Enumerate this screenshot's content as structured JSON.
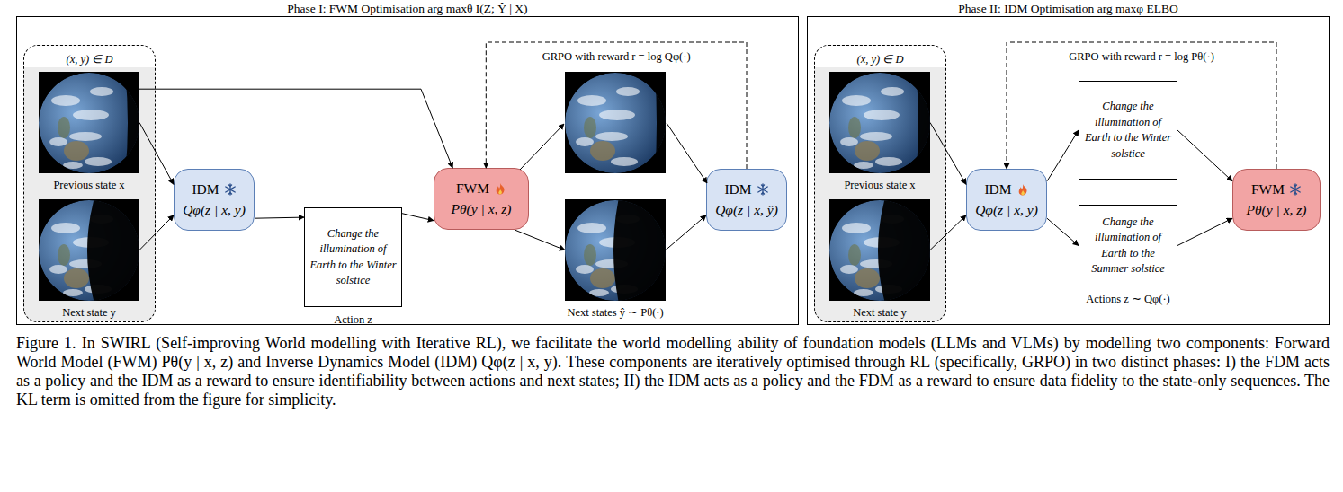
{
  "diagram": {
    "caption": "Figure 1. In SWIRL (Self-improving World modelling with Iterative RL), we facilitate the world modelling ability of foundation models (LLMs and VLMs) by modelling two components: Forward World Model (FWM) Pθ(y | x, z) and Inverse Dynamics Model (IDM) Qφ(z | x, y). These components are iteratively optimised through RL (specifically, GRPO) in two distinct phases: I) the FDM acts as a policy and the IDM as a reward to ensure identifiability between actions and next states; II) the IDM acts as a policy and the FDM as a reward to ensure data fidelity to the state-only sequences. The KL term is omitted from the figure for simplicity.",
    "nodes": [
      {
        "text": [
          "Phase I: FWM Optimisation arg maxθ I(Z; Ŷ | X)"
        ]
      },
      {
        "text": [
          "(x, y) ∈ D"
        ],
        "in": 0
      },
      {
        "text": [
          "Previous state x"
        ],
        "in": 1
      },
      {
        "text": [
          "Next state y"
        ],
        "in": 1
      },
      {
        "text": [
          "IDM",
          "Qφ(z | x, y)"
        ],
        "in": 0
      },
      {
        "text": [
          "Change the illumination of Earth to the Winter solstice",
          "Action z"
        ],
        "in": 0
      },
      {
        "text": [
          "FWM",
          "Pθ(y | x, z)"
        ],
        "in": 0
      },
      {
        "text": [
          "Next states ŷ ∼ Pθ(·)"
        ],
        "in": 0
      },
      {
        "text": [
          "IDM",
          "Qφ(z | x, ŷ)"
        ],
        "in": 0
      },
      {
        "text": [
          "Phase II: IDM Optimisation arg maxφ ELBO"
        ]
      },
      {
        "text": [
          "(x, y) ∈ D"
        ],
        "in": 9
      },
      {
        "text": [
          "Previous state x"
        ],
        "in": 10
      },
      {
        "text": [
          "Next state y"
        ],
        "in": 10
      },
      {
        "text": [
          "IDM",
          "Qφ(z | x, y)"
        ],
        "in": 9
      },
      {
        "text": [
          "Change the illumination of Earth to the Winter solstice"
        ],
        "in": 9
      },
      {
        "text": [
          "Change the illumination of Earth to the Summer solstice",
          "Actions z ∼ Qφ(·)"
        ],
        "in": 9
      },
      {
        "text": [
          "FWM",
          "Pθ(y | x, z)"
        ],
        "in": 9
      }
    ],
    "edges": [
      {
        "from": 2,
        "to": 4,
        "arrow": "to"
      },
      {
        "from": 3,
        "to": 4,
        "arrow": "to"
      },
      {
        "from": 2,
        "to": 6,
        "arrow": "to"
      },
      {
        "from": 4,
        "to": 5,
        "arrow": "to"
      },
      {
        "from": 5,
        "to": 6,
        "arrow": "to"
      },
      {
        "from": 6,
        "to": 7,
        "arrow": "to"
      },
      {
        "from": 7,
        "to": 8,
        "arrow": "to"
      },
      {
        "from": 8,
        "to": 6,
        "arrow": "to",
        "label": "GRPO with reward r = log Qφ(·)"
      },
      {
        "from": 11,
        "to": 13,
        "arrow": "to"
      },
      {
        "from": 12,
        "to": 13,
        "arrow": "to"
      },
      {
        "from": 13,
        "to": 14,
        "arrow": "to"
      },
      {
        "from": 13,
        "to": 15,
        "arrow": "to"
      },
      {
        "from": 14,
        "to": 16,
        "arrow": "to"
      },
      {
        "from": 15,
        "to": 16,
        "arrow": "to"
      },
      {
        "from": 16,
        "to": 13,
        "arrow": "to",
        "label": "GRPO with reward r = log Pθ(·)"
      }
    ]
  }
}
